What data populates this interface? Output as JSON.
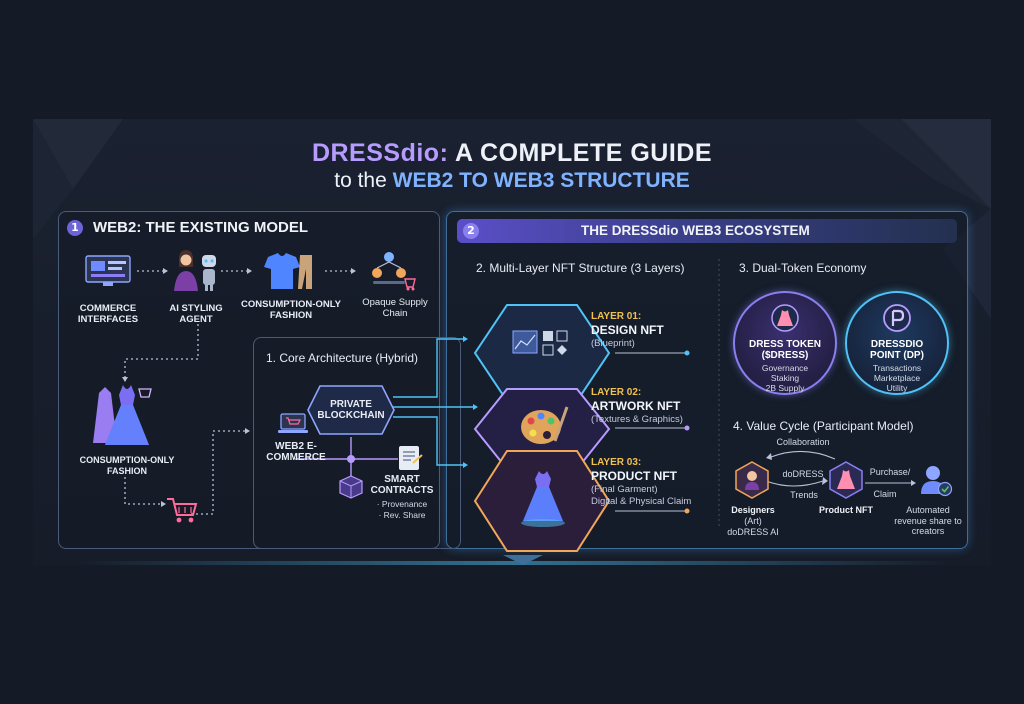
{
  "title": {
    "line1_brand": "DRESSdio:",
    "line1_rest": "A COMPLETE GUIDE",
    "line2_pre": "to the",
    "line2_emph": "WEB2 TO WEB3 STRUCTURE"
  },
  "web2": {
    "number": "1",
    "title": "WEB2: THE EXISTING MODEL",
    "commerce_interfaces": "COMMERCE INTERFACES",
    "ai_styling_agent": "AI STYLING AGENT",
    "consumption_only_fashion_top": "CONSUMPTION-ONLY FASHION",
    "opaque_supply_chain": "Opaque Supply Chain",
    "consumption_only_fashion_left": "CONSUMPTION-ONLY FASHION"
  },
  "web3": {
    "number": "2",
    "title": "THE DRESSdio WEB3 ECOSYSTEM",
    "nft_section": "2. Multi-Layer NFT Structure (3 Layers)",
    "core_section": "1. Core Architecture (Hybrid)",
    "private_blockchain": "PRIVATE BLOCKCHAIN",
    "web2_ecommerce": "WEB2 E-COMMERCE",
    "smart_contracts": "SMART CONTRACTS",
    "provenance": "· Provenance",
    "rev_share": "· Rev. Share",
    "layers": [
      {
        "tag": "LAYER 01:",
        "name": "DESIGN NFT",
        "sub": "(Blueprint)"
      },
      {
        "tag": "LAYER 02:",
        "name": "ARTWORK NFT",
        "sub": "(Textures & Graphics)"
      },
      {
        "tag": "LAYER 03:",
        "name": "PRODUCT NFT",
        "sub": "(Final Garment)",
        "sub2": "Digital & Physical Claim"
      }
    ],
    "token_section": "3. Dual-Token Economy",
    "tokens": [
      {
        "name1": "DRESS TOKEN",
        "name2": "($DRESS)",
        "lines": [
          "Governance",
          "Staking",
          "2B Supply"
        ]
      },
      {
        "name1": "DRESSDIO",
        "name2": "POINT (DP)",
        "lines": [
          "Transactions",
          "Marketplace",
          "Utility"
        ]
      }
    ],
    "cycle_section": "4. Value Cycle (Participant Model)",
    "collaboration": "Collaboration",
    "dodress": "doDRESS",
    "trends": "Trends",
    "purchase": "Purchase/",
    "claim": "Claim",
    "designers": "Designers",
    "designers_art": "(Art)",
    "designers_ai": "doDRESS AI",
    "product_nft": "Product NFT",
    "automated": "Automated revenue share to creators"
  },
  "colors": {
    "purple": "#b79cff",
    "blue": "#7fb3ff",
    "gold": "#f2c14e",
    "cyan": "#4fc3f7"
  }
}
